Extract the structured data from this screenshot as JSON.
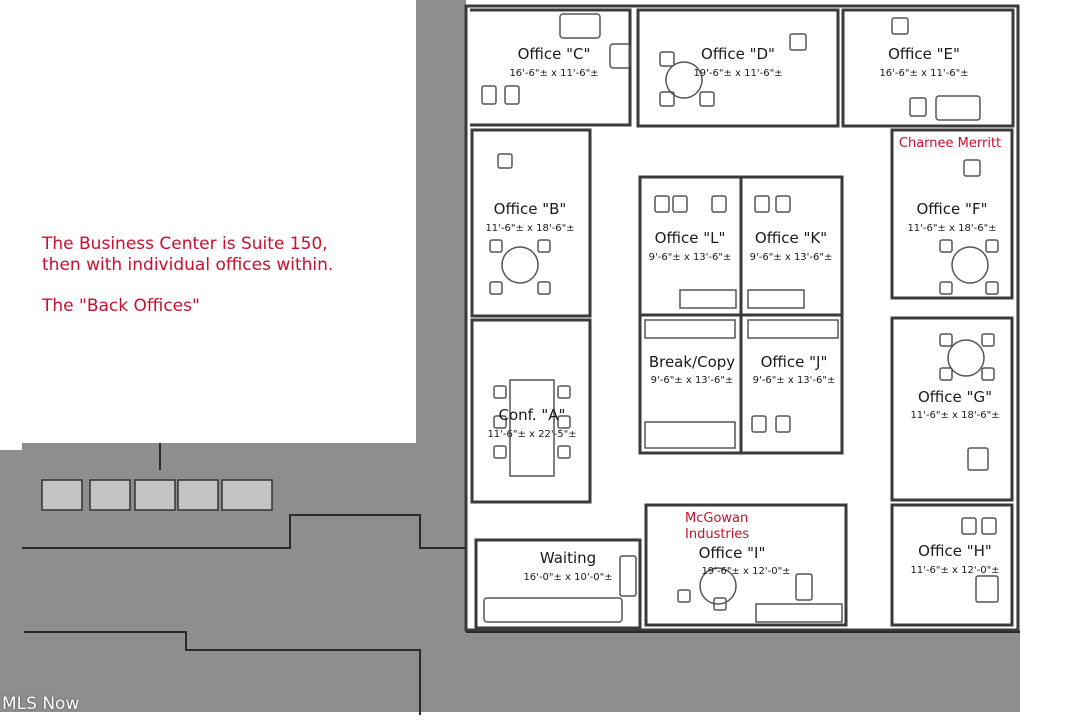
{
  "notes": {
    "line1": "The Business Center is Suite 150,",
    "line2": "then with individual offices within.",
    "line3": "The \"Back Offices\""
  },
  "tenants": {
    "office_f": "Charnee Merritt",
    "office_i_line1": "McGowan",
    "office_i_line2": "Industries"
  },
  "rooms": [
    {
      "id": "office-c",
      "name": "Office \"C\"",
      "dims": "16'-6\"± x 11'-6\"±"
    },
    {
      "id": "office-d",
      "name": "Office \"D\"",
      "dims": "19'-6\"± x 11'-6\"±"
    },
    {
      "id": "office-e",
      "name": "Office \"E\"",
      "dims": "16'-6\"± x 11'-6\"±"
    },
    {
      "id": "office-b",
      "name": "Office \"B\"",
      "dims": "11'-6\"± x 18'-6\"±"
    },
    {
      "id": "office-l",
      "name": "Office \"L\"",
      "dims": "9'-6\"± x 13'-6\"±"
    },
    {
      "id": "office-k",
      "name": "Office \"K\"",
      "dims": "9'-6\"± x 13'-6\"±"
    },
    {
      "id": "office-f",
      "name": "Office \"F\"",
      "dims": "11'-6\"± x 18'-6\"±"
    },
    {
      "id": "break-copy",
      "name": "Break/Copy",
      "dims": "9'-6\"± x 13'-6\"±"
    },
    {
      "id": "office-j",
      "name": "Office \"J\"",
      "dims": "9'-6\"± x 13'-6\"±"
    },
    {
      "id": "conf-a",
      "name": "Conf. \"A\"",
      "dims": "11'-6\"± x 22'-5\"±"
    },
    {
      "id": "office-g",
      "name": "Office \"G\"",
      "dims": "11'-6\"± x 18'-6\"±"
    },
    {
      "id": "waiting",
      "name": "Waiting",
      "dims": "16'-0\"± x 10'-0\"±"
    },
    {
      "id": "office-i",
      "name": "Office \"I\"",
      "dims": "19'-6\"± x 12'-0\"±"
    },
    {
      "id": "office-h",
      "name": "Office \"H\"",
      "dims": "11'-6\"± x 12'-0\"±"
    }
  ],
  "watermark": "MLS Now",
  "colors": {
    "shaded": "#8e8e8e",
    "wall": "#3a3a3a",
    "tenant_red": "#c8102e"
  }
}
